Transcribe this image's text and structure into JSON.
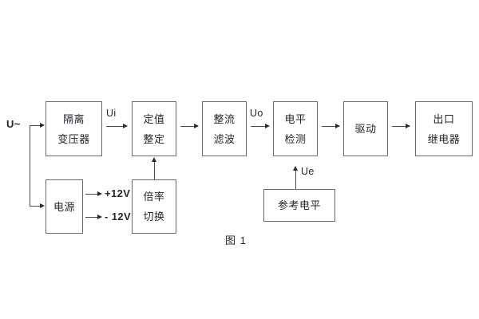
{
  "figure": {
    "caption": "图 1",
    "colors": {
      "box_border": "#6a6a6a",
      "line": "#4d4d4d",
      "arrow": "#2b2b2b",
      "text": "#23262b",
      "background": "#ffffff"
    }
  },
  "input": {
    "label": "U~"
  },
  "blocks": [
    {
      "id": "isolation-transformer",
      "lines": [
        "隔离",
        "变压器"
      ]
    },
    {
      "id": "setting-value",
      "lines": [
        "定值",
        "整定"
      ]
    },
    {
      "id": "rectify-filter",
      "lines": [
        "整流",
        "滤波"
      ]
    },
    {
      "id": "level-detection",
      "lines": [
        "电平",
        "检测"
      ]
    },
    {
      "id": "drive",
      "lines": [
        "驱动"
      ]
    },
    {
      "id": "output-relay",
      "lines": [
        "出口",
        "继电器"
      ]
    },
    {
      "id": "power-supply",
      "lines": [
        "电源"
      ]
    },
    {
      "id": "multiplier-switch",
      "lines": [
        "倍率",
        "切换"
      ]
    },
    {
      "id": "reference-level",
      "lines": [
        "参考电平"
      ]
    }
  ],
  "signals": {
    "ui": "Ui",
    "uo": "Uo",
    "ue": "Ue",
    "supply_positive": "+12V",
    "supply_negative": "- 12V"
  }
}
